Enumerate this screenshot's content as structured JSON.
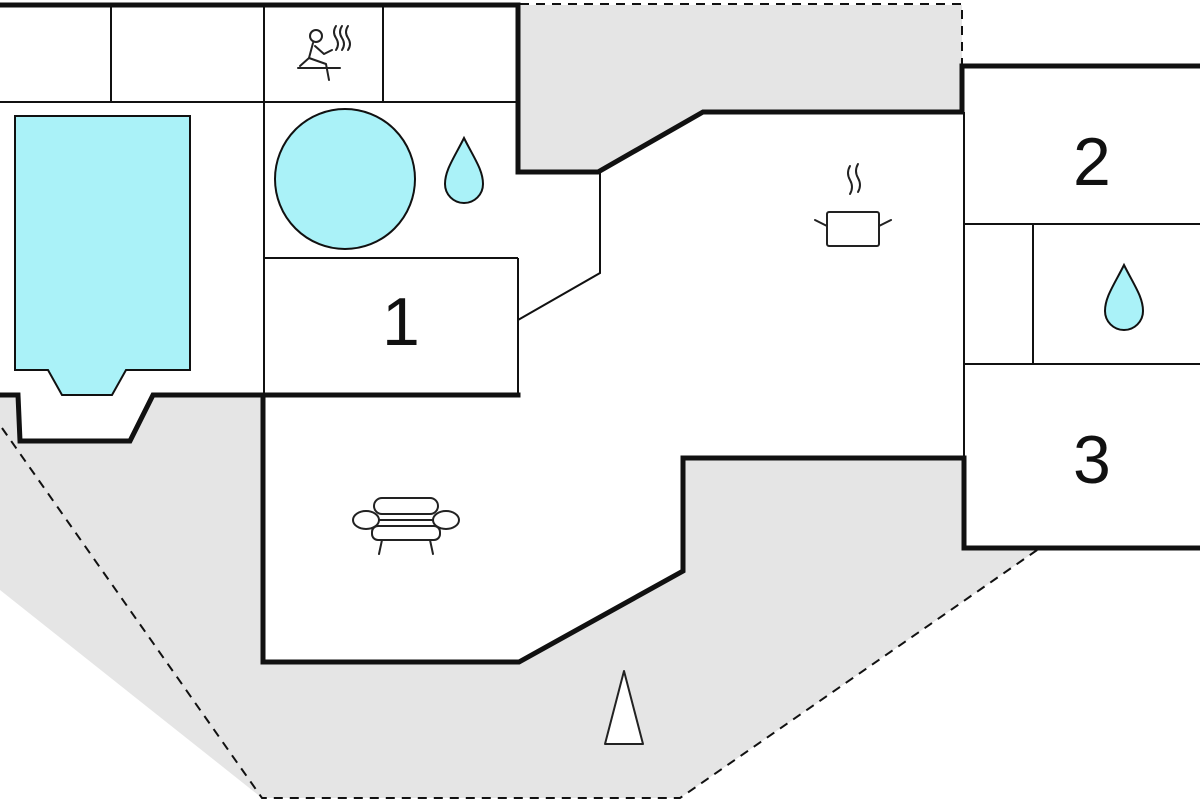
{
  "rooms": [
    {
      "id": "bedroom-1",
      "label": "1"
    },
    {
      "id": "bedroom-2",
      "label": "2"
    },
    {
      "id": "bedroom-3",
      "label": "3"
    }
  ],
  "icons": [
    "sauna-icon",
    "water-drop-icon",
    "water-drop-icon",
    "cooking-pot-icon",
    "armchair-icon",
    "north-arrow-icon"
  ],
  "colors": {
    "wall": "#111111",
    "terrace": "#e5e5e5",
    "pool": "#aaf2f8",
    "background": "#ffffff"
  }
}
